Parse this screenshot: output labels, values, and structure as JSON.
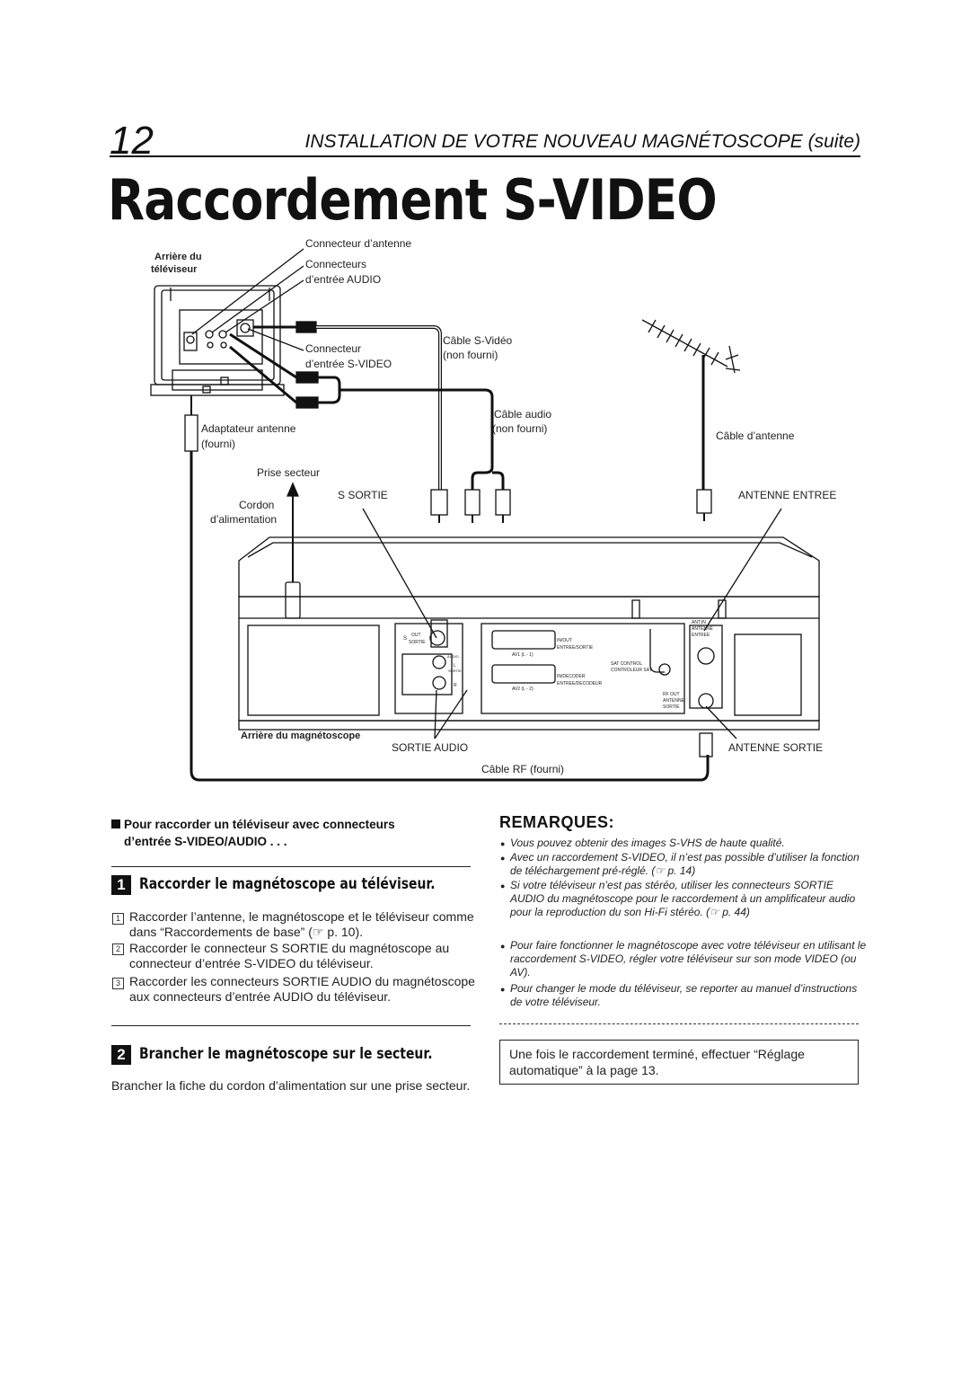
{
  "header": {
    "page_number": "12",
    "section_title": "INSTALLATION DE VOTRE NOUVEAU MAGNÉTOSCOPE (suite)",
    "page_title": "Raccordement S-VIDEO"
  },
  "diagram": {
    "tv_label_line1": "Arrière du",
    "tv_label_line2": "téléviseur",
    "antenna_connector": "Connecteur d’antenne",
    "audio_in_line1": "Connecteurs",
    "audio_in_line2": "d’entrée AUDIO",
    "svideo_in_line1": "Connecteur",
    "svideo_in_line2": "d’entrée S-VIDEO",
    "svideo_cable_line1": "Câble S-Vidéo",
    "svideo_cable_line2": "(non fourni)",
    "audio_cable_line1": "Câble audio",
    "audio_cable_line2": "(non fourni)",
    "antenna_cable": "Câble d’antenne",
    "adapter_line1": "Adaptateur antenne",
    "adapter_line2": "(fourni)",
    "outlet": "Prise secteur",
    "cord_line1": "Cordon",
    "cord_line2": "d’alimentation",
    "s_out": "S SORTIE",
    "antenna_in": "ANTENNE ENTREE",
    "vcr_label": "Arrière du magnétoscope",
    "audio_out": "SORTIE AUDIO",
    "antenna_out": "ANTENNE SORTIE",
    "rf_cable": "Câble RF (fourni)",
    "panel": {
      "s_out_a": "OUT",
      "s_out_b": "SORTIE",
      "s_letter": "S",
      "av1": "AV1 (L - 1)",
      "inout_a": "IN/OUT",
      "inout_b": "ENTREE/SORTIE",
      "sat_a": "SAT CONTROL",
      "sat_b": "CONTROLEUR SAT",
      "av2": "AV2 (L - 2)",
      "dec_a": "IN/DECODER",
      "dec_b": "ENTREE/DECODEUR",
      "ant_in_a": "ANT.IN",
      "ant_in_b": "ANTENNE",
      "ant_in_c": "ENTREE",
      "rf_out_a": "RF OUT",
      "rf_out_b": "ANTENNE",
      "rf_out_c": "SORTIE",
      "audio_a": "AUDIO",
      "audio_b": "SORTIE",
      "audio_l": "L",
      "audio_r": "R"
    }
  },
  "left": {
    "intro_line1": "Pour raccorder un téléviseur avec connecteurs",
    "intro_line2": "d’entrée S-VIDEO/AUDIO . . .",
    "step1_num": "1",
    "step1_title": "Raccorder le magnétoscope au téléviseur.",
    "items": [
      {
        "num": "1",
        "text": "Raccorder l’antenne, le magnétoscope et le téléviseur comme dans “Raccordements de base” (☞ p. 10)."
      },
      {
        "num": "2",
        "text": "Raccorder le connecteur S SORTIE du magnétoscope au connecteur d’entrée S-VIDEO du téléviseur."
      },
      {
        "num": "3",
        "text": "Raccorder les connecteurs SORTIE AUDIO du magnétoscope aux connecteurs d’entrée AUDIO du téléviseur."
      }
    ],
    "step2_num": "2",
    "step2_title": "Brancher le magnétoscope sur le secteur.",
    "step2_text": "Brancher la fiche du cordon d’alimentation sur une prise secteur."
  },
  "right": {
    "remarks_title": "REMARQUES:",
    "remarks": [
      "Vous pouvez obtenir des images S-VHS de haute qualité.",
      "Avec un raccordement S-VIDEO, il n’est pas possible d’utiliser la fonction de téléchargement pré-réglé. (☞ p. 14)",
      "Si votre téléviseur n’est pas stéréo, utiliser les connecteurs SORTIE AUDIO du magnétoscope pour le raccordement à un amplificateur audio pour la reproduction du son Hi-Fi stéréo. (☞ p. 44)",
      "Pour faire fonctionner le magnétoscope avec votre téléviseur en utilisant le raccordement S-VIDEO, régler votre téléviseur sur son mode VIDEO (ou AV).",
      "Pour changer le mode du téléviseur, se reporter au manuel d’instructions de votre téléviseur."
    ],
    "bullet": "●",
    "note": "Une fois le raccordement terminé, effectuer “Réglage automatique” à la page 13."
  }
}
